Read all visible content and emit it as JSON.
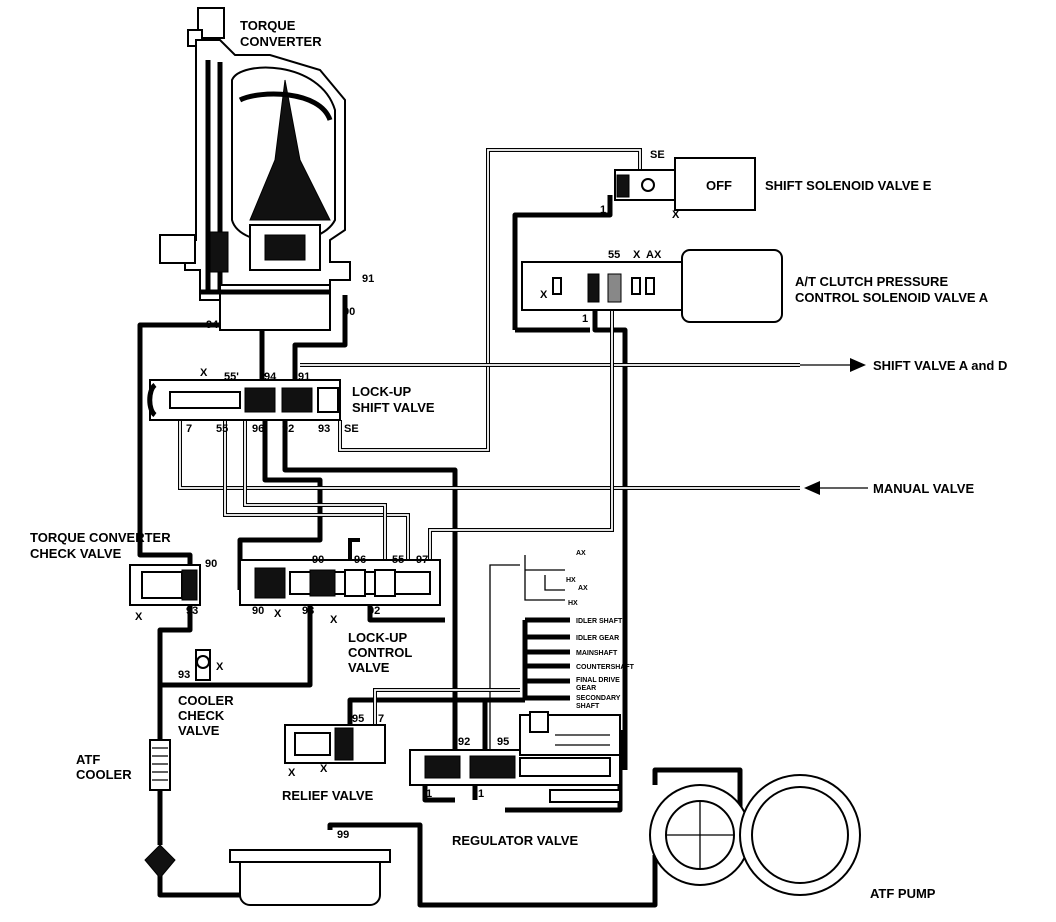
{
  "labels": {
    "torque_converter_1": "TORQUE",
    "torque_converter_2": "CONVERTER",
    "shift_solenoid": "SHIFT SOLENOID VALVE E",
    "solenoid_state": "OFF",
    "atc_solenoid_1": "A/T CLUTCH PRESSURE",
    "atc_solenoid_2": "CONTROL SOLENOID VALVE A",
    "shift_valve_ad": "SHIFT VALVE A and D",
    "lockup_shift_1": "LOCK-UP",
    "lockup_shift_2": "SHIFT VALVE",
    "manual_valve": "MANUAL VALVE",
    "tc_check_1": "TORQUE CONVERTER",
    "tc_check_2": "CHECK VALVE",
    "lockup_control_1": "LOCK-UP",
    "lockup_control_2": "CONTROL",
    "lockup_control_3": "VALVE",
    "cooler_check_1": "COOLER",
    "cooler_check_2": "CHECK",
    "cooler_check_3": "VALVE",
    "atf_cooler_1": "ATF",
    "atf_cooler_2": "COOLER",
    "relief_valve": "RELIEF VALVE",
    "regulator_valve": "REGULATOR VALVE",
    "atf_pump": "ATF PUMP"
  },
  "lube_labels": {
    "idler_shaft": "IDLER SHAFT",
    "idler_gear": "IDLER GEAR",
    "mainshaft": "MAINSHAFT",
    "countershaft": "COUNTERSHAFT",
    "final_drive_1": "FINAL DRIVE",
    "final_drive_2": "GEAR",
    "secondary_1": "SECONDARY",
    "secondary_2": "SHAFT",
    "ax_1": "AX",
    "hx_1": "HX",
    "ax_2": "AX",
    "hx_2": "HX"
  },
  "ports": {
    "se_top": "SE",
    "p1_sol": "1",
    "x_sol": "X",
    "p55_atc": "55",
    "x_atc": "X",
    "ax_atc": "AX",
    "x_atc_left": "X",
    "p1_atc": "1",
    "p91_tc": "91",
    "p90_tc": "90",
    "p94_tc": "94",
    "x_ls": "X",
    "p55p_ls": "55'",
    "p94_ls": "94",
    "p91_ls": "91",
    "p7_ls": "7",
    "p55_ls": "55",
    "p96_ls": "96",
    "p92_ls": "92",
    "p93_ls": "93",
    "se_ls": "SE",
    "p90_tcc": "90",
    "p93_tcc": "93",
    "x_tcc": "X",
    "p90_lc_top": "90",
    "p96_lc": "96",
    "p55_lc": "55",
    "p97_lc": "97",
    "p90_lc": "90",
    "x_lc1": "X",
    "p93_lc": "93",
    "x_lc2": "X",
    "p92_lc": "92",
    "p93_cc": "93",
    "x_cc": "X",
    "p95_rv": "95",
    "p7_rv": "7",
    "x_rv1": "X",
    "x_rv2": "X",
    "p92_reg": "92",
    "p95_reg": "95",
    "p1_reg1": "1",
    "p1_reg2": "1",
    "p99": "99"
  },
  "colors": {
    "ink": "#000000",
    "paper": "#ffffff"
  }
}
